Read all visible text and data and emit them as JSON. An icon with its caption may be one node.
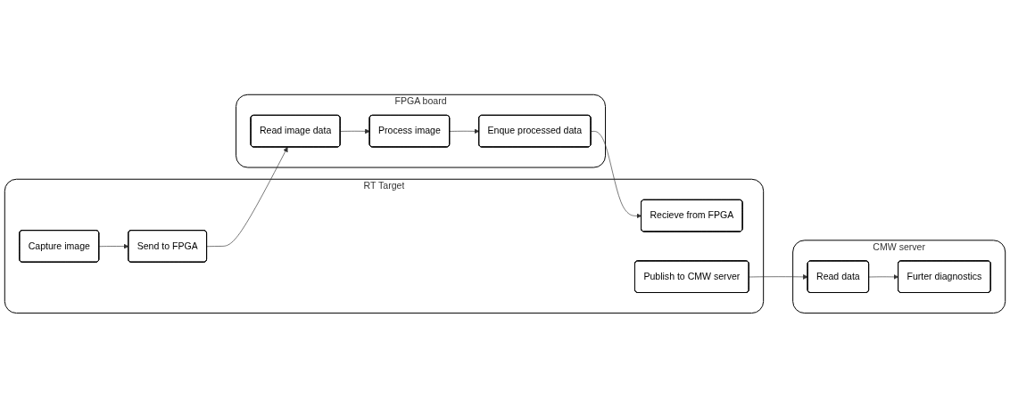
{
  "diagram": {
    "nodes": [
      {
        "text": [
          "CMW server"
        ]
      },
      {
        "text": [
          "Read data"
        ],
        "in": 0
      },
      {
        "text": [
          "Furter diagnostics"
        ],
        "in": 0
      },
      {
        "text": [
          "RT Target"
        ]
      },
      {
        "text": [
          "Capture image"
        ],
        "in": 3
      },
      {
        "text": [
          "Send to FPGA"
        ],
        "in": 3
      },
      {
        "text": [
          "Recieve from FPGA"
        ],
        "in": 3
      },
      {
        "text": [
          "Publish to CMW server"
        ],
        "in": 3
      },
      {
        "text": [
          "FPGA board"
        ]
      },
      {
        "text": [
          "Read image data"
        ],
        "in": 8
      },
      {
        "text": [
          "Process image"
        ],
        "in": 8
      },
      {
        "text": [
          "Enque processed data"
        ],
        "in": 8
      }
    ],
    "edges": [
      {
        "from": 4,
        "to": 5,
        "arrow": "to"
      },
      {
        "from": 5,
        "to": 9,
        "arrow": "to"
      },
      {
        "from": 9,
        "to": 10,
        "arrow": "to"
      },
      {
        "from": 10,
        "to": 11,
        "arrow": "to"
      },
      {
        "from": 11,
        "to": 6,
        "arrow": "to"
      },
      {
        "from": 7,
        "to": 1,
        "arrow": "to"
      },
      {
        "from": 1,
        "to": 2,
        "arrow": "to"
      }
    ]
  }
}
